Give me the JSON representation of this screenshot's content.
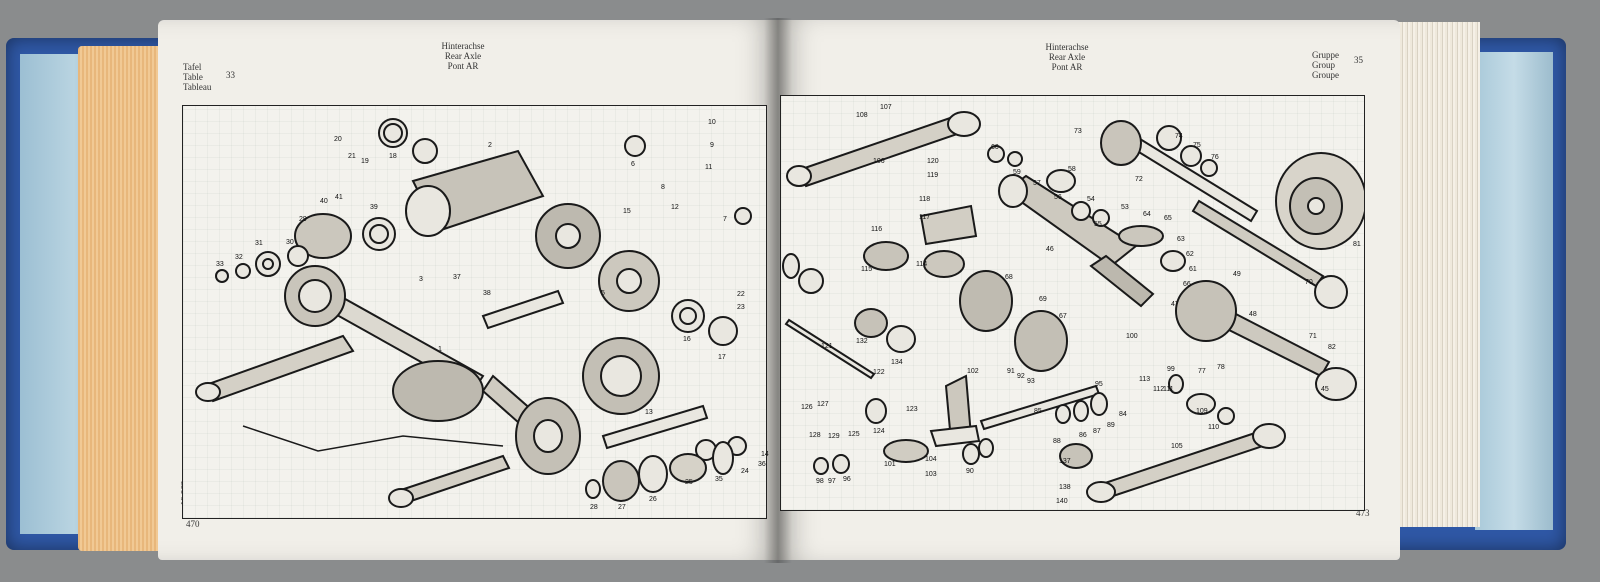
{
  "left_page": {
    "category_lines": [
      "Tafel",
      "Table",
      "Tableau"
    ],
    "table_number": "33",
    "title_lines": [
      "Hinterachse",
      "Rear Axle",
      "Pont AR"
    ],
    "page_number": "470",
    "side_code": "10 963",
    "part_numbers": [
      "1",
      "2",
      "3",
      "5",
      "6",
      "7",
      "8",
      "9",
      "10",
      "11",
      "12",
      "13",
      "14",
      "15",
      "16",
      "17",
      "18",
      "19",
      "20",
      "21",
      "22",
      "23",
      "24",
      "25",
      "26",
      "27",
      "28",
      "29",
      "30",
      "31",
      "32",
      "33",
      "35",
      "36",
      "37",
      "38",
      "39",
      "40",
      "41"
    ]
  },
  "right_page": {
    "title_lines": [
      "Hinterachse",
      "Rear Axle",
      "Pont AR"
    ],
    "group_lines": [
      "Gruppe",
      "Group",
      "Groupe"
    ],
    "group_number": "35",
    "page_number": "473",
    "part_numbers": [
      "45",
      "46",
      "47",
      "48",
      "49",
      "53",
      "54",
      "55",
      "56",
      "57",
      "58",
      "59",
      "60",
      "61",
      "62",
      "63",
      "64",
      "65",
      "66",
      "67",
      "68",
      "69",
      "70",
      "71",
      "72",
      "73",
      "74",
      "75",
      "76",
      "77",
      "78",
      "81",
      "82",
      "84",
      "85",
      "86",
      "87",
      "88",
      "89",
      "90",
      "91",
      "92",
      "93",
      "95",
      "96",
      "97",
      "98",
      "99",
      "100",
      "101",
      "102",
      "103",
      "104",
      "105",
      "106",
      "107",
      "108",
      "109",
      "110",
      "111",
      "112",
      "113",
      "114",
      "115",
      "116",
      "117",
      "118",
      "119",
      "120",
      "121",
      "122",
      "123",
      "124",
      "125",
      "126",
      "127",
      "128",
      "129",
      "132",
      "134",
      "137",
      "138",
      "140"
    ]
  },
  "colors": {
    "cover": "#2f58a6",
    "paper": "#f1efe9",
    "ink": "#222222",
    "page_edge": "#e8b77b"
  }
}
